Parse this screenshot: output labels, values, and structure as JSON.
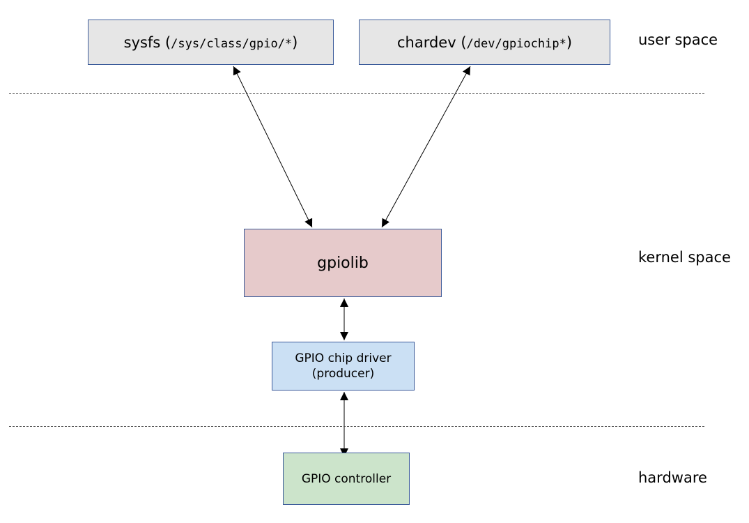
{
  "boxes": {
    "sysfs": {
      "name": "sysfs",
      "open_paren": "(",
      "path": "/sys/class/gpio/*",
      "close_paren": ")",
      "fill": "#e6e6e6"
    },
    "chardev": {
      "name": "chardev",
      "open_paren": "(",
      "path": "/dev/gpiochip*",
      "close_paren": ")",
      "fill": "#e6e6e6"
    },
    "gpiolib": {
      "label": "gpiolib",
      "fill": "#e6cacb"
    },
    "driver": {
      "line1": "GPIO chip driver",
      "line2": "(producer)",
      "fill": "#cbe0f4"
    },
    "controller": {
      "label": "GPIO controller",
      "fill": "#cce4cb"
    }
  },
  "layers": {
    "user": "user space",
    "kernel": "kernel space",
    "hardware": "hardware"
  }
}
